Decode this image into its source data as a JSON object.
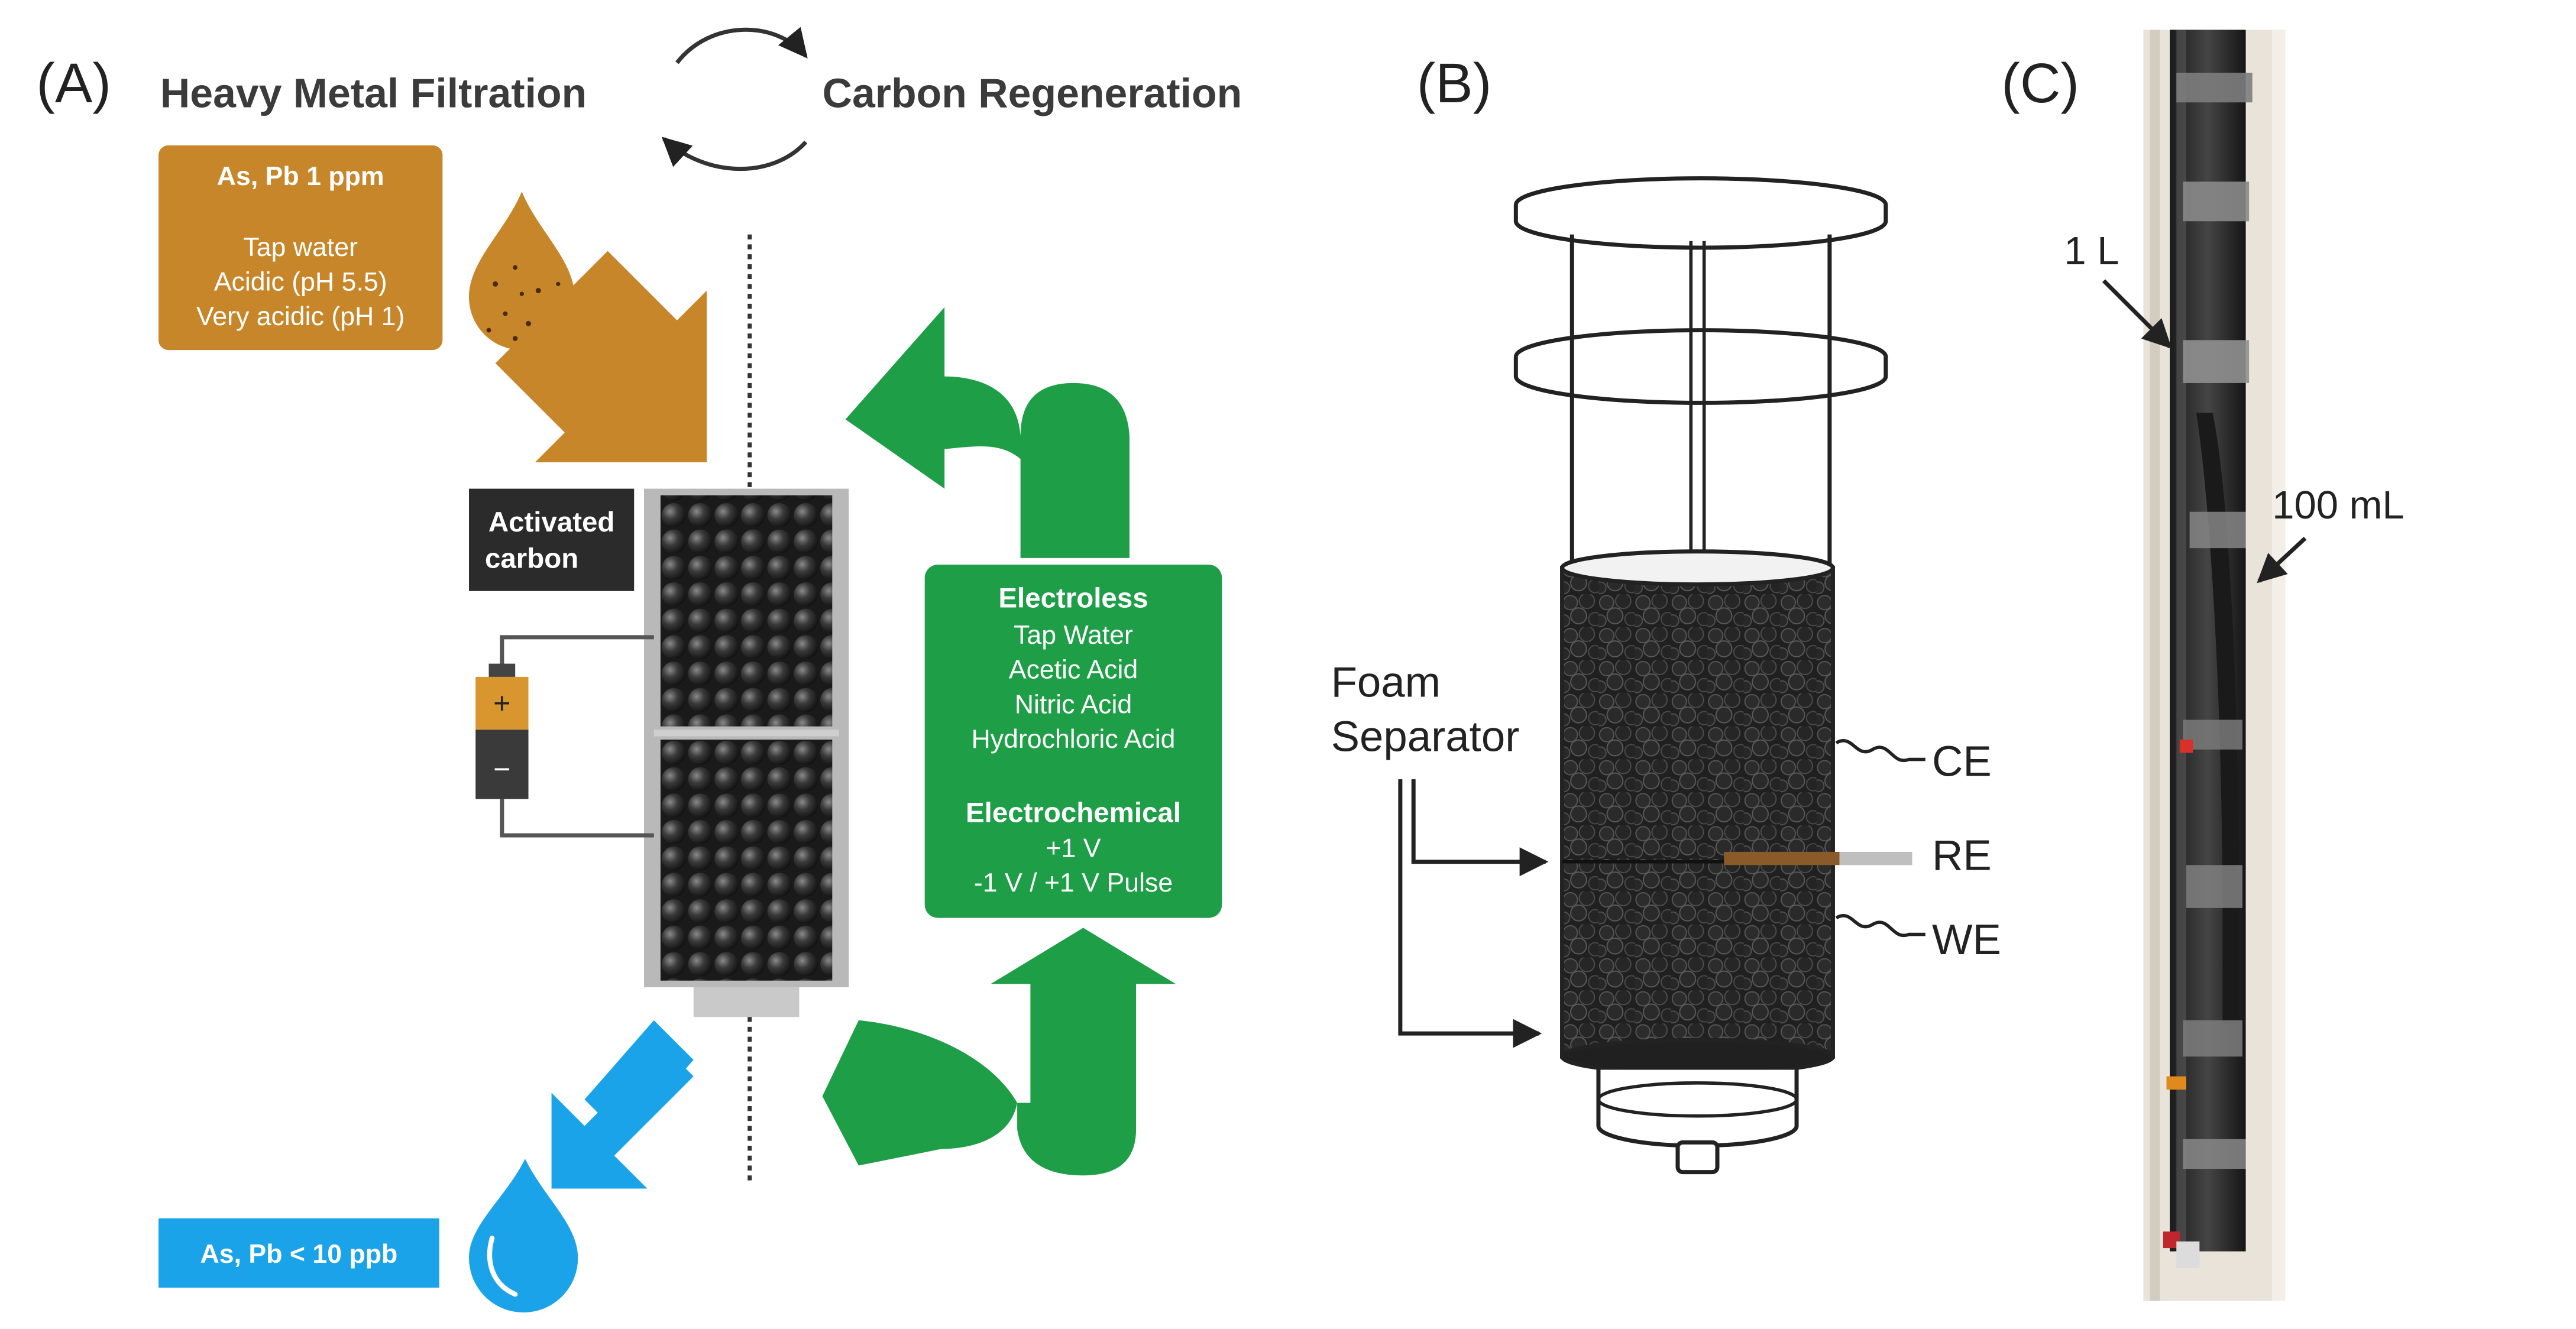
{
  "panels": {
    "a": {
      "label": "(A)",
      "cycle_left_title": "Heavy Metal Filtration",
      "cycle_right_title": "Carbon Regeneration",
      "influent": {
        "title": "As, Pb 1 ppm",
        "lines": [
          "Tap water",
          "Acidic (pH 5.5)",
          "Very acidic (pH 1)"
        ]
      },
      "carbon_label": [
        "Activated",
        "carbon"
      ],
      "battery": {
        "plus": "+",
        "minus": "−"
      },
      "regeneration": {
        "electroless_title": "Electroless",
        "electroless_items": [
          "Tap Water",
          "Acetic Acid",
          "Nitric Acid",
          "Hydrochloric Acid"
        ],
        "electrochemical_title": "Electrochemical",
        "electrochemical_items": [
          "+1 V",
          "-1 V / +1 V Pulse"
        ]
      },
      "effluent": "As, Pb < 10 ppb"
    },
    "b": {
      "label": "(B)",
      "separator_label": [
        "Foam",
        "Separator"
      ],
      "electrodes": [
        "CE",
        "RE",
        "WE"
      ]
    },
    "c": {
      "label": "(C)",
      "callouts": [
        "1 L",
        "100 mL"
      ]
    }
  },
  "colors": {
    "orange": "#c8862a",
    "green": "#1f9e48",
    "blue": "#1aa3e8",
    "dark": "#2b2b2b",
    "gray": "#9b9b9b",
    "text": "#3b3b3b"
  }
}
